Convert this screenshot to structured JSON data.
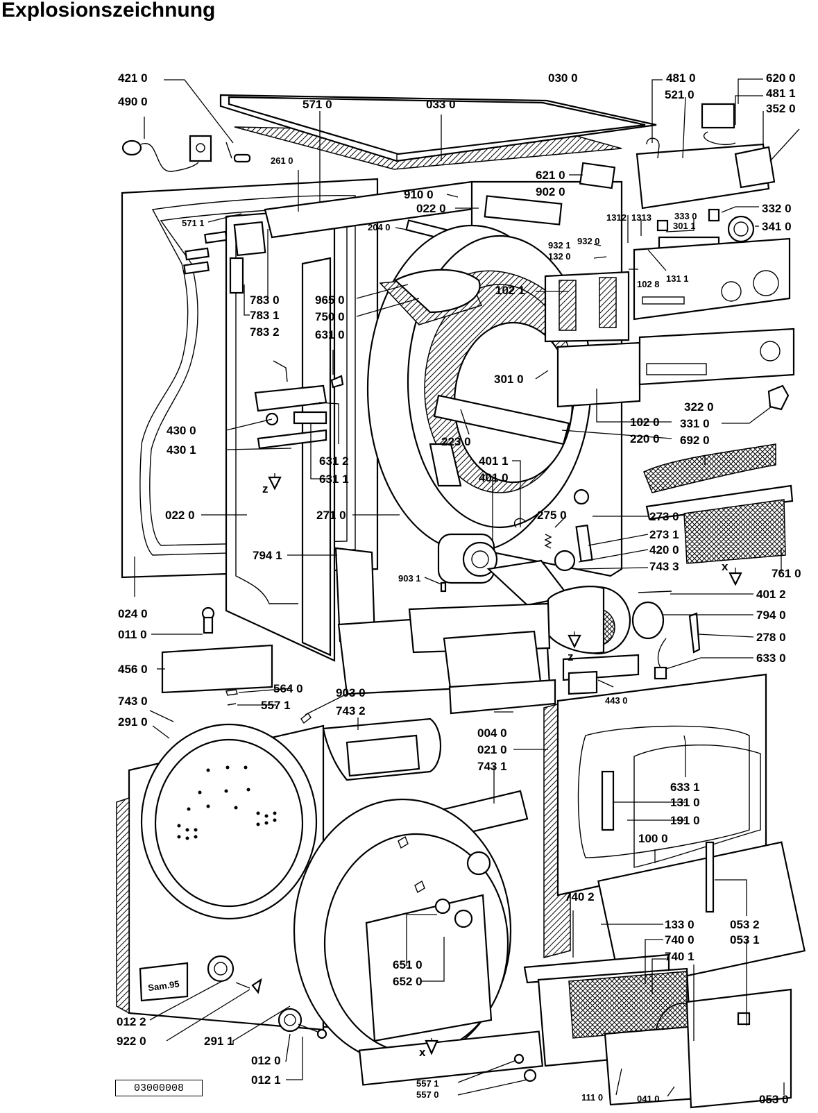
{
  "title": "Explosionszeichnung",
  "drawing_number": "03000008",
  "stamp_text": "Sam.95",
  "labels": [
    {
      "id": "p4210",
      "text": "421 0"
    },
    {
      "id": "p4900",
      "text": "490 0"
    },
    {
      "id": "p0300",
      "text": "030 0"
    },
    {
      "id": "p5710",
      "text": "571 0"
    },
    {
      "id": "p0330",
      "text": "033 0"
    },
    {
      "id": "p4810",
      "text": "481 0"
    },
    {
      "id": "p5210",
      "text": "521 0"
    },
    {
      "id": "p6200",
      "text": "620 0"
    },
    {
      "id": "p4811",
      "text": "481 1"
    },
    {
      "id": "p3520",
      "text": "352 0"
    },
    {
      "id": "p2610",
      "text": "261 0"
    },
    {
      "id": "p9100",
      "text": "910 0"
    },
    {
      "id": "p0220a",
      "text": "022 0"
    },
    {
      "id": "p6210",
      "text": "621 0"
    },
    {
      "id": "p9020",
      "text": "902 0"
    },
    {
      "id": "p5711",
      "text": "571 1"
    },
    {
      "id": "p2040",
      "text": "204 0"
    },
    {
      "id": "p1312",
      "text": "1312"
    },
    {
      "id": "p1313",
      "text": "1313"
    },
    {
      "id": "p3330",
      "text": "333 0"
    },
    {
      "id": "p3011b",
      "text": "301 1"
    },
    {
      "id": "p3320",
      "text": "332 0"
    },
    {
      "id": "p3410",
      "text": "341 0"
    },
    {
      "id": "p9321",
      "text": "932 1"
    },
    {
      "id": "p9320",
      "text": "932 0"
    },
    {
      "id": "p1320",
      "text": "132 0"
    },
    {
      "id": "p1028",
      "text": "102 8"
    },
    {
      "id": "p1311",
      "text": "131 1"
    },
    {
      "id": "p7830",
      "text": "783 0"
    },
    {
      "id": "p7831",
      "text": "783 1"
    },
    {
      "id": "p7832",
      "text": "783 2"
    },
    {
      "id": "p9650",
      "text": "965 0"
    },
    {
      "id": "p7500",
      "text": "750 0"
    },
    {
      "id": "p6310",
      "text": "631 0"
    },
    {
      "id": "p1021",
      "text": "102 1"
    },
    {
      "id": "p3010",
      "text": "301 0"
    },
    {
      "id": "p3220",
      "text": "322 0"
    },
    {
      "id": "p3310",
      "text": "331 0"
    },
    {
      "id": "p4300",
      "text": "430 0"
    },
    {
      "id": "p4301",
      "text": "430 1"
    },
    {
      "id": "p6312",
      "text": "631 2"
    },
    {
      "id": "p6311",
      "text": "631 1"
    },
    {
      "id": "p2230",
      "text": "223 0"
    },
    {
      "id": "p1020",
      "text": "102 0"
    },
    {
      "id": "p2200",
      "text": "220 0"
    },
    {
      "id": "p6920",
      "text": "692 0"
    },
    {
      "id": "p4011",
      "text": "401 1"
    },
    {
      "id": "p4010",
      "text": "401 0"
    },
    {
      "id": "p0220b",
      "text": "022 0"
    },
    {
      "id": "p2710",
      "text": "271 0"
    },
    {
      "id": "p2750",
      "text": "275 0"
    },
    {
      "id": "p2730",
      "text": "273 0"
    },
    {
      "id": "p2731",
      "text": "273 1"
    },
    {
      "id": "p4200",
      "text": "420 0"
    },
    {
      "id": "p7433",
      "text": "743 3"
    },
    {
      "id": "p7941",
      "text": "794 1"
    },
    {
      "id": "p7610",
      "text": "761 0"
    },
    {
      "id": "p9031",
      "text": "903 1"
    },
    {
      "id": "p4012",
      "text": "401 2"
    },
    {
      "id": "p0240",
      "text": "024 0"
    },
    {
      "id": "p7940",
      "text": "794 0"
    },
    {
      "id": "p0110",
      "text": "011 0"
    },
    {
      "id": "p2780",
      "text": "278 0"
    },
    {
      "id": "p6330",
      "text": "633 0"
    },
    {
      "id": "p4560",
      "text": "456 0"
    },
    {
      "id": "p4430",
      "text": "443 0"
    },
    {
      "id": "p5640",
      "text": "564 0"
    },
    {
      "id": "p9030",
      "text": "903 0"
    },
    {
      "id": "p7430",
      "text": "743 0"
    },
    {
      "id": "p5571",
      "text": "557 1"
    },
    {
      "id": "p7432",
      "text": "743 2"
    },
    {
      "id": "p2910",
      "text": "291 0"
    },
    {
      "id": "p0040",
      "text": "004 0"
    },
    {
      "id": "p0210",
      "text": "021 0"
    },
    {
      "id": "p7431",
      "text": "743 1"
    },
    {
      "id": "p6331",
      "text": "633 1"
    },
    {
      "id": "p1310",
      "text": "131 0"
    },
    {
      "id": "p1910",
      "text": "191 0"
    },
    {
      "id": "p1000",
      "text": "100 0"
    },
    {
      "id": "p7402",
      "text": "740 2"
    },
    {
      "id": "p1330",
      "text": "133 0"
    },
    {
      "id": "p0532",
      "text": "053 2"
    },
    {
      "id": "p7400",
      "text": "740 0"
    },
    {
      "id": "p0531",
      "text": "053 1"
    },
    {
      "id": "p7401",
      "text": "740 1"
    },
    {
      "id": "p6510",
      "text": "651 0"
    },
    {
      "id": "p6520",
      "text": "652 0"
    },
    {
      "id": "p0122",
      "text": "012 2"
    },
    {
      "id": "p9220",
      "text": "922 0"
    },
    {
      "id": "p2911",
      "text": "291 1"
    },
    {
      "id": "p0120",
      "text": "012 0"
    },
    {
      "id": "p0121",
      "text": "012 1"
    },
    {
      "id": "p5570",
      "text": "557 0"
    },
    {
      "id": "p1110",
      "text": "111 0"
    },
    {
      "id": "p0410",
      "text": "041 0"
    },
    {
      "id": "p0530",
      "text": "053 0"
    }
  ],
  "axis_markers": {
    "z1": "z",
    "z2": "z",
    "x1": "x",
    "x2": "x"
  }
}
